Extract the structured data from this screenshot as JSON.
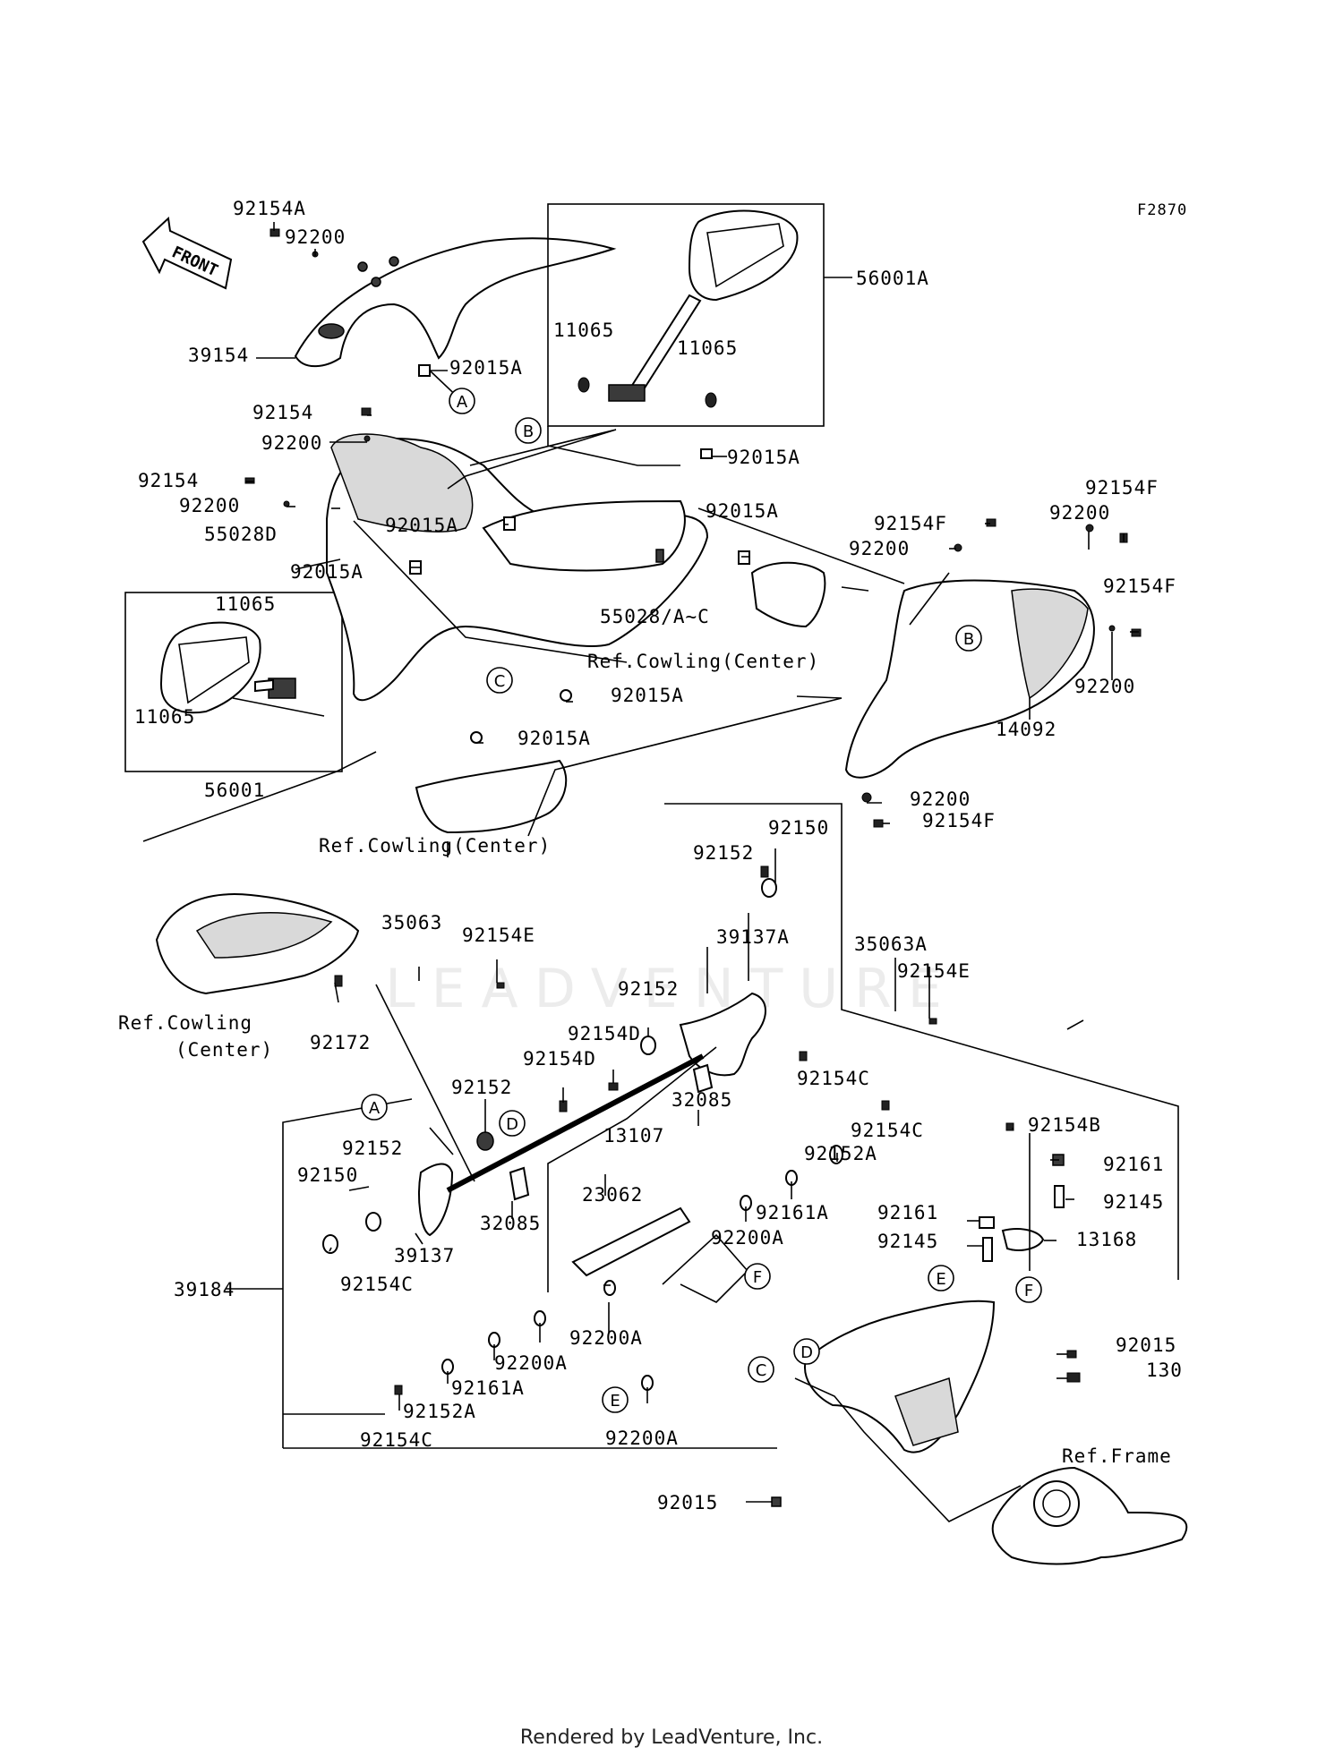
{
  "diagram_code": "F2870",
  "front_label": "FRONT",
  "footer": "Rendered by LeadVenture, Inc.",
  "watermark": "LEADVENTURE",
  "callouts": {
    "a1": "A",
    "a2": "A",
    "b1": "B",
    "b2": "B",
    "c1": "C",
    "c2": "C",
    "d1": "D",
    "d2": "D",
    "e1": "E",
    "e2": "E",
    "f1": "F",
    "f2": "F"
  },
  "labels": {
    "p92154A": "92154A",
    "p92200_a": "92200",
    "p39154": "39154",
    "p92015A_a": "92015A",
    "p56001A": "56001A",
    "p11065_a": "11065",
    "p11065_b": "11065",
    "p92154_a": "92154",
    "p92200_b": "92200",
    "p92015A_b": "92015A",
    "p92154_b": "92154",
    "p92200_c": "92200",
    "p55028D": "55028D",
    "p92015A_c": "92015A",
    "p92015A_d": "92015A",
    "p92015A_e": "92015A",
    "p55028AC": "55028/A~C",
    "refCowlingCenter1": "Ref.Cowling(Center)",
    "p92154F_a": "92154F",
    "p92200_d": "92200",
    "p92154F_b": "92154F",
    "p92200_e": "92200",
    "p92154F_c": "92154F",
    "p92200_f": "92200",
    "p14092": "14092",
    "p11065_c": "11065",
    "p11065_d": "11065",
    "p56001": "56001",
    "p92015A_f": "92015A",
    "p92015A_g": "92015A",
    "p92200_g": "92200",
    "p92154F_d": "92154F",
    "refCowlingCenter2": "Ref.Cowling(Center)",
    "p92150_a": "92150",
    "p92152_a": "92152",
    "p39137A": "39137A",
    "p35063": "35063",
    "p92154E_a": "92154E",
    "p35063A": "35063A",
    "p92154E_b": "92154E",
    "refCowling3a": "Ref.Cowling",
    "refCowling3b": "(Center)",
    "p92172": "92172",
    "p92152_b": "92152",
    "p92154D_a": "92154D",
    "p92154D_b": "92154D",
    "p92152_c": "92152",
    "p32085_a": "32085",
    "p92154C_a": "92154C",
    "p92154B": "92154B",
    "p92161_a": "92161",
    "p92145_a": "92145",
    "p13107": "13107",
    "p92154C_b": "92154C",
    "p92152A_a": "92152A",
    "p92152_d": "92152",
    "p92150_b": "92150",
    "p23062": "23062",
    "p92161A_a": "92161A",
    "p92161_b": "92161",
    "p92145_b": "92145",
    "p13168": "13168",
    "p32085_b": "32085",
    "p92200A_a": "92200A",
    "p39184": "39184",
    "p39137": "39137",
    "p92154C_c": "92154C",
    "p92200A_b": "92200A",
    "p92015_a": "92015",
    "p130": "130",
    "p92200A_c": "92200A",
    "p92161A_b": "92161A",
    "p92152A_b": "92152A",
    "p92154C_d": "92154C",
    "p92200A_d": "92200A",
    "refFrame": "Ref.Frame",
    "p92015_b": "92015"
  }
}
